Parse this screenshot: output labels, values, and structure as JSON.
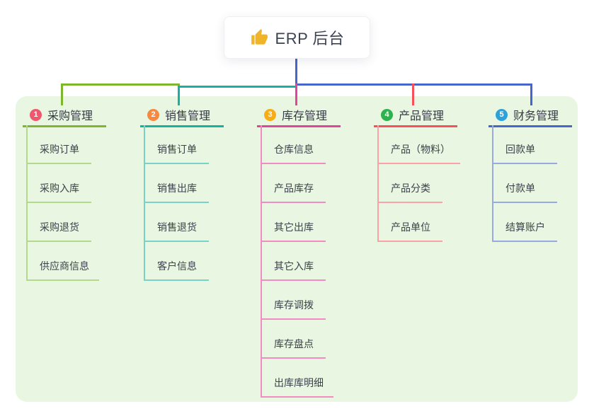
{
  "root": {
    "label": "ERP 后台",
    "icon": "thumbs-up-icon",
    "icon_color": "#f0b429"
  },
  "colors": {
    "panel_bg": "#e8f6e2",
    "root_connector": "#4666cb",
    "card_bg": "#ffffff"
  },
  "branches": [
    {
      "number": "1",
      "label": "采购管理",
      "badge_color": "#f2566c",
      "line_color": "#7eb62e",
      "child_line_color": "#b2d98c",
      "items": [
        "采购订单",
        "采购入库",
        "采购退货",
        "供应商信息"
      ]
    },
    {
      "number": "2",
      "label": "销售管理",
      "badge_color": "#f6893f",
      "line_color": "#14b3a1",
      "child_line_color": "#7ad2c6",
      "items": [
        "销售订单",
        "销售出库",
        "销售退货",
        "客户信息"
      ]
    },
    {
      "number": "3",
      "label": "库存管理",
      "badge_color": "#f6ad17",
      "line_color": "#e2439b",
      "child_line_color": "#f08cc1",
      "items": [
        "仓库信息",
        "产品库存",
        "其它出库",
        "其它入库",
        "库存调拨",
        "库存盘点",
        "出库库明细"
      ]
    },
    {
      "number": "4",
      "label": "产品管理",
      "badge_color": "#2db34e",
      "line_color": "#f6505a",
      "child_line_color": "#f9a3a8",
      "items": [
        "产品（物料）",
        "产品分类",
        "产品单位"
      ]
    },
    {
      "number": "5",
      "label": "财务管理",
      "badge_color": "#2ba2dc",
      "line_color": "#4666cb",
      "child_line_color": "#96aadf",
      "items": [
        "回款单",
        "付款单",
        "结算账户"
      ]
    }
  ]
}
